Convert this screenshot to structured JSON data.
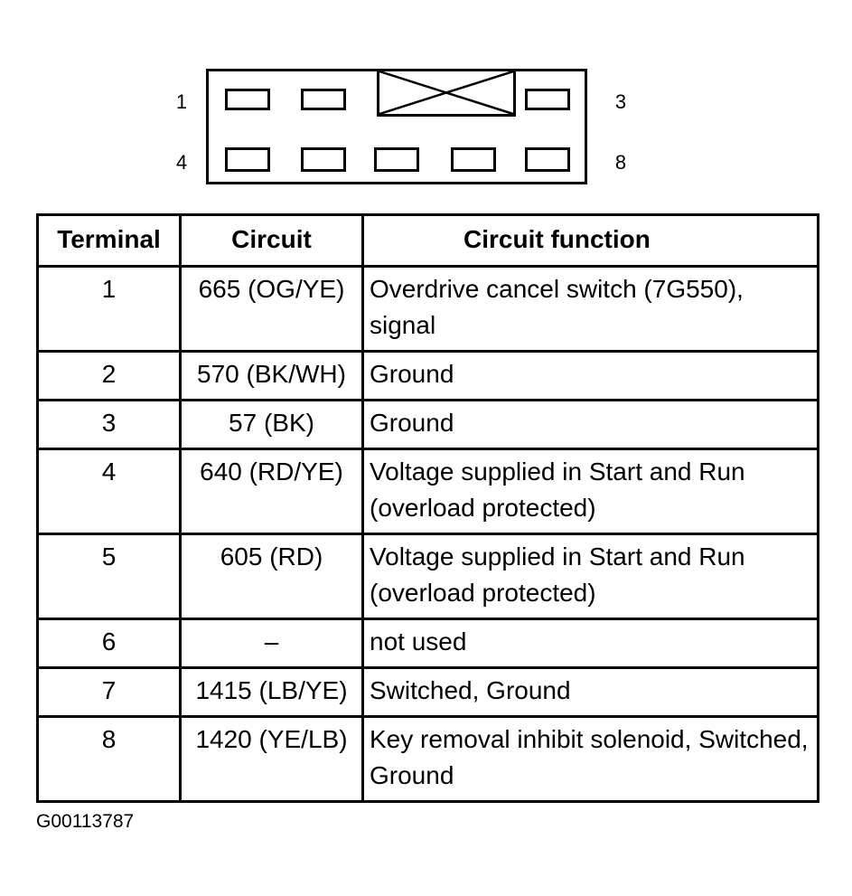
{
  "connector": {
    "pin_labels": {
      "top_left": "1",
      "top_right": "3",
      "bottom_left": "4",
      "bottom_right": "8"
    }
  },
  "table": {
    "headers": [
      "Terminal",
      "Circuit",
      "Circuit function"
    ],
    "rows": [
      {
        "terminal": "1",
        "circuit": "665 (OG/YE)",
        "function": "Overdrive cancel switch (7G550), signal"
      },
      {
        "terminal": "2",
        "circuit": "570 (BK/WH)",
        "function": "Ground"
      },
      {
        "terminal": "3",
        "circuit": "57 (BK)",
        "function": "Ground"
      },
      {
        "terminal": "4",
        "circuit": "640 (RD/YE)",
        "function": "Voltage supplied in Start and Run (overload protected)"
      },
      {
        "terminal": "5",
        "circuit": "605 (RD)",
        "function": "Voltage supplied in Start and Run (overload protected)"
      },
      {
        "terminal": "6",
        "circuit": "–",
        "function": "not used"
      },
      {
        "terminal": "7",
        "circuit": "1415 (LB/YE)",
        "function": "Switched, Ground"
      },
      {
        "terminal": "8",
        "circuit": "1420 (YE/LB)",
        "function": "Key removal inhibit solenoid, Switched, Ground"
      }
    ]
  },
  "figure_id": "G00113787"
}
